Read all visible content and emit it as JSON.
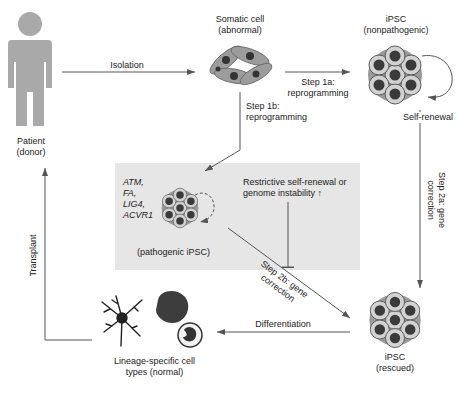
{
  "diagram": {
    "nodes": [
      {
        "text": [
          "Patient (donor)"
        ]
      },
      {
        "text": [
          "Somatic cell (abnormal)"
        ]
      },
      {
        "text": [
          "iPSC (nonpathogenic)"
        ]
      },
      {
        "text": [
          "Restrictive self-renewal or genome instability ↑"
        ]
      },
      {
        "text": [
          "ATM, FA, LIG4, ACVR1",
          "(pathogenic iPSC)"
        ],
        "in": 3
      },
      {
        "text": [
          "iPSC (rescued)"
        ]
      },
      {
        "text": [
          "Lineage-specific cell types (normal)"
        ]
      }
    ],
    "edges": [
      {
        "from": 0,
        "to": 1,
        "label": "Isolation",
        "arrow": "to"
      },
      {
        "from": 1,
        "to": 2,
        "label": "Step 1a: reprogramming",
        "arrow": "to"
      },
      {
        "from": 1,
        "to": 4,
        "label": "Step 1b: reprogramming",
        "arrow": "to"
      },
      {
        "from": 2,
        "to": 5,
        "label": "Step 2a: gene correction",
        "arrow": "to"
      },
      {
        "from": 4,
        "to": 5,
        "label": "Step 2b: gene correction",
        "arrow": "to"
      },
      {
        "from": 5,
        "to": 6,
        "label": "Differentiation",
        "arrow": "to"
      },
      {
        "from": 6,
        "to": 0,
        "label": "Transplant",
        "arrow": "to"
      }
    ],
    "labels": [
      "Self-renewal"
    ]
  }
}
